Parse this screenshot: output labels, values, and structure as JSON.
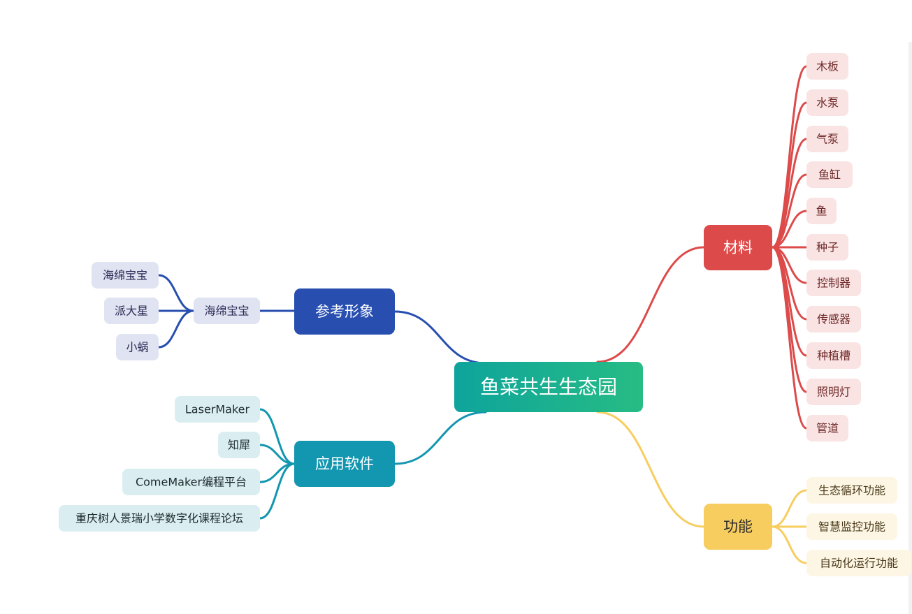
{
  "root": {
    "label": "鱼菜共生生态园"
  },
  "branches": {
    "reference": {
      "label": "参考形象",
      "color": "#284fb0",
      "child": {
        "label": "海绵宝宝",
        "children": [
          "海绵宝宝",
          "派大星",
          "小蜗"
        ]
      }
    },
    "software": {
      "label": "应用软件",
      "color": "#1396b0",
      "children": [
        "LaserMaker",
        "知犀",
        "ComeMaker编程平台",
        "重庆树人景瑞小学数字化课程论坛"
      ]
    },
    "materials": {
      "label": "材料",
      "color": "#dd4a4a",
      "children": [
        "木板",
        "水泵",
        "气泵",
        " 鱼缸",
        "鱼",
        "种子",
        "控制器",
        "传感器",
        "种植槽",
        "照明灯",
        "管道"
      ]
    },
    "functions": {
      "label": "功能",
      "color": "#f8cd60",
      "children": [
        "生态循环功能",
        "智慧监控功能",
        "自动化运行功能"
      ]
    }
  }
}
